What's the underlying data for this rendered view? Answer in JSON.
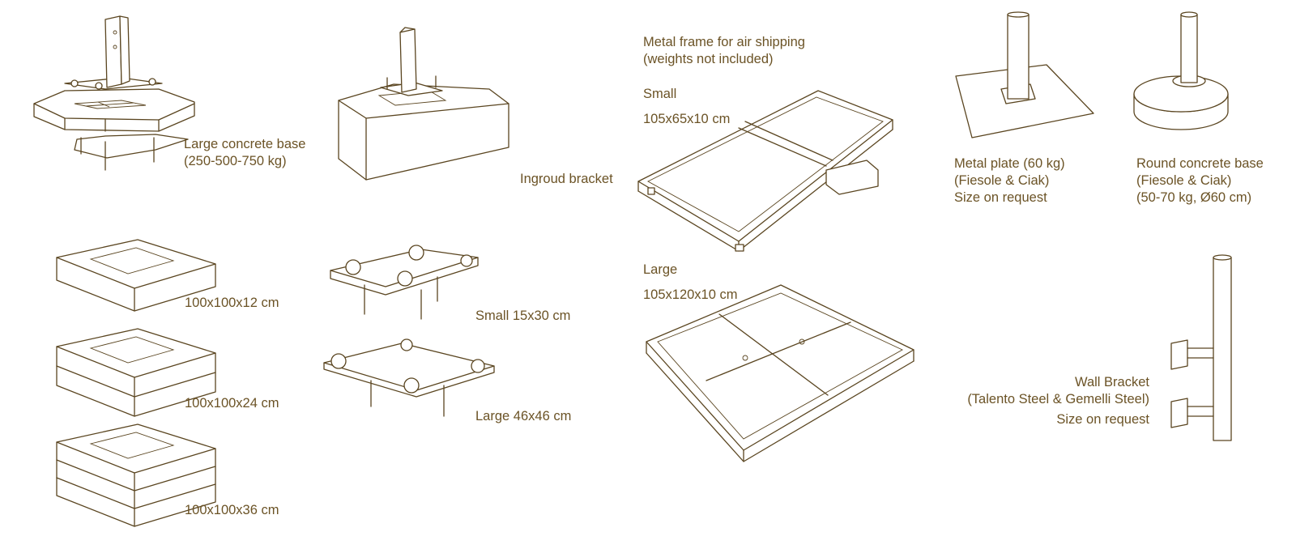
{
  "colors": {
    "text": "#6b5326",
    "line": "#5a4520",
    "background": "#ffffff"
  },
  "labels": {
    "large_concrete_base": [
      "Large concrete base",
      "(250-500-750 kg)"
    ],
    "inground_bracket": "Ingroud bracket",
    "metal_frame_title": [
      "Metal frame for air shipping",
      "(weights not included)"
    ],
    "frame_small_name": "Small",
    "frame_small_size": "105x65x10 cm",
    "frame_large_name": "Large",
    "frame_large_size": "105x120x10 cm",
    "metal_plate": [
      "Metal plate (60 kg)",
      "(Fiesole & Ciak)",
      "Size on request"
    ],
    "round_base": [
      "Round concrete base",
      "(Fiesole & Ciak)",
      "(50-70 kg, Ø60 cm)"
    ],
    "base_100x12": "100x100x12 cm",
    "base_100x24": "100x100x24 cm",
    "base_100x36": "100x100x36 cm",
    "bracket_small": "Small 15x30 cm",
    "bracket_large": "Large 46x46 cm",
    "wall_bracket": [
      "Wall Bracket",
      "(Talento Steel & Gemelli Steel)",
      "Size on request"
    ]
  }
}
